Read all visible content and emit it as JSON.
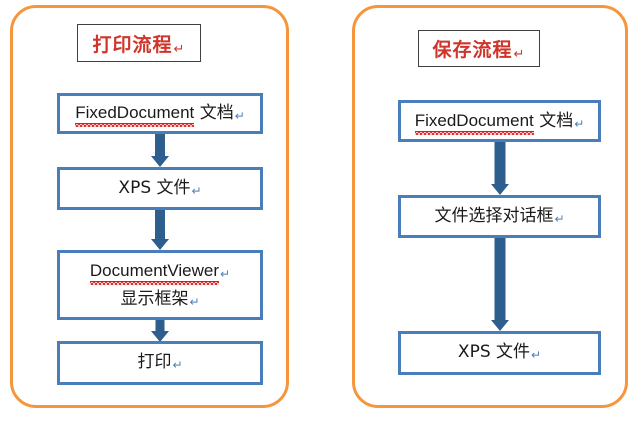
{
  "diagram": {
    "type": "flowchart",
    "accent_colors": {
      "panel_border": "#F5963C",
      "box_border": "#4A7EBB",
      "arrow": "#2E5E8E",
      "title_text": "#D0352B",
      "body_text": "#1A1A1A",
      "spellcheck_squiggle": "#E03030"
    },
    "panels": [
      {
        "id": "print-flow",
        "title": "打印流程",
        "title_mark": "↵",
        "nodes": [
          {
            "id": "print-node-1",
            "lines": [
              {
                "term": "FixedDocument",
                "rest": " 文档",
                "mark": "↵"
              }
            ]
          },
          {
            "id": "print-node-2",
            "lines": [
              {
                "term": "",
                "rest": "XPS 文件",
                "mark": "↵"
              }
            ]
          },
          {
            "id": "print-node-3",
            "lines": [
              {
                "term": "DocumentViewer",
                "rest": "",
                "mark": "↵"
              },
              {
                "term": "",
                "rest": "显示框架",
                "mark": "↵"
              }
            ]
          },
          {
            "id": "print-node-4",
            "lines": [
              {
                "term": "",
                "rest": "打印",
                "mark": "↵"
              }
            ]
          }
        ],
        "connectors": 3
      },
      {
        "id": "save-flow",
        "title": "保存流程",
        "title_mark": "↵",
        "nodes": [
          {
            "id": "save-node-1",
            "lines": [
              {
                "term": "FixedDocument",
                "rest": " 文档",
                "mark": "↵"
              }
            ]
          },
          {
            "id": "save-node-2",
            "lines": [
              {
                "term": "",
                "rest": "文件选择对话框",
                "mark": "↵"
              }
            ]
          },
          {
            "id": "save-node-3",
            "lines": [
              {
                "term": "",
                "rest": "XPS 文件",
                "mark": "↵"
              }
            ]
          }
        ],
        "connectors": 2
      }
    ]
  }
}
